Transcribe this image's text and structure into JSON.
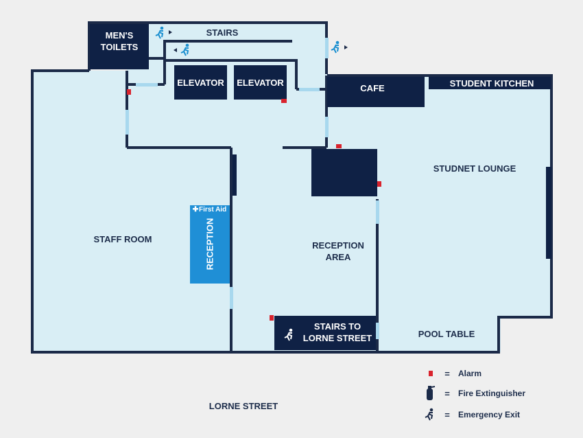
{
  "rooms": {
    "mens_toilets": "MEN'S TOILETS",
    "stairs_top": "STAIRS",
    "elevator_1": "ELEVATOR",
    "elevator_2": "ELEVATOR",
    "cafe": "CAFE",
    "student_kitchen": "STUDENT KITCHEN",
    "student_lounge": "STUDNET LOUNGE",
    "staff_room": "STAFF ROOM",
    "first_aid": "First Aid",
    "reception": "RECEPTION",
    "reception_area": "RECEPTION AREA",
    "stairs_lorne": "STAIRS TO LORNE STREET",
    "pool_table": "POOL TABLE"
  },
  "street": "LORNE STREET",
  "legend": {
    "alarm": "Alarm",
    "extinguisher": "Fire Extinguisher",
    "exit": "Emergency Exit",
    "equals": "="
  },
  "colors": {
    "floor": "#d9eef5",
    "wall": "#1b2a48",
    "navy_block": "#0f2145",
    "reception_desk": "#1f8fd6",
    "door": "#a8d8ee",
    "alarm": "#d9232d",
    "exit_icon": "#1a8fd0"
  },
  "icons": [
    "alarm-icon",
    "fire-extinguisher-icon",
    "emergency-exit-icon",
    "first-aid-cross-icon"
  ]
}
